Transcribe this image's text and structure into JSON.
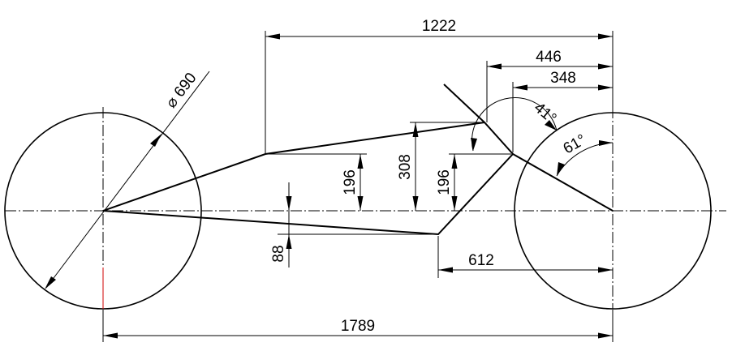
{
  "dimensions": {
    "wheelbase": "1789",
    "top_tube_length": "1222",
    "head_top_offset": "446",
    "head_bottom_offset": "348",
    "chainstay_horizontal": "612",
    "wheel_diameter": "⌀ 690",
    "head_angle": "41°",
    "fork_angle": "61°",
    "top_rear_height": "196",
    "head_height": "308",
    "head_bottom_height": "196",
    "bottom_drop": "88"
  }
}
